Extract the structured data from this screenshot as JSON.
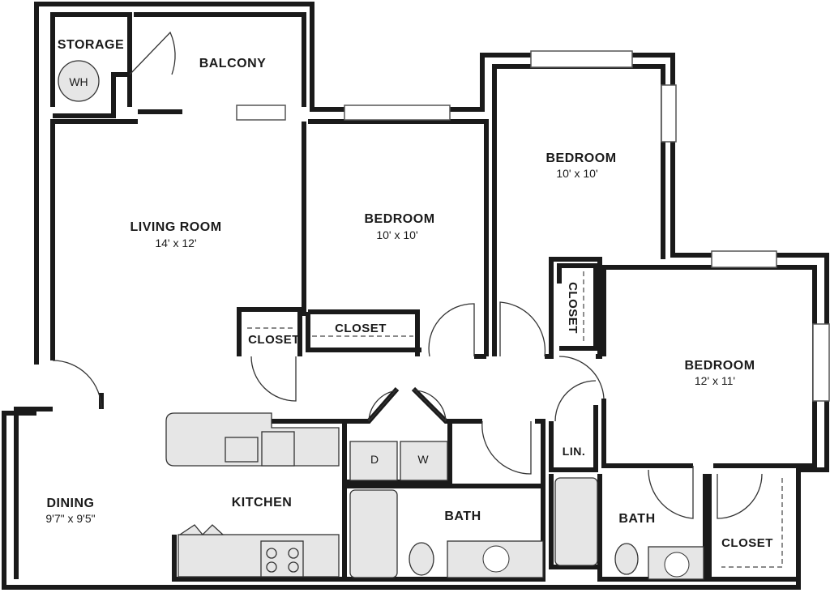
{
  "rooms": {
    "storage": {
      "label": "STORAGE",
      "water_heater": "WH"
    },
    "balcony": {
      "label": "BALCONY"
    },
    "living_room": {
      "label": "LIVING ROOM",
      "size": "14' x 12'"
    },
    "bedroom_1": {
      "label": "BEDROOM",
      "size": "10' x 10'"
    },
    "bedroom_2": {
      "label": "BEDROOM",
      "size": "10' x 10'"
    },
    "bedroom_3": {
      "label": "BEDROOM",
      "size": "12' x 11'"
    },
    "closet_living": {
      "label": "CLOSET"
    },
    "closet_bed1": {
      "label": "CLOSET"
    },
    "closet_bed2": {
      "label": "CLOSET"
    },
    "closet_bed3": {
      "label": "CLOSET"
    },
    "linen": {
      "label": "LIN."
    },
    "dining": {
      "label": "DINING",
      "size": "9'7\" x 9'5\""
    },
    "kitchen": {
      "label": "KITCHEN"
    },
    "bath_1": {
      "label": "BATH"
    },
    "bath_2": {
      "label": "BATH"
    },
    "laundry": {
      "dryer": "D",
      "washer": "W"
    }
  }
}
